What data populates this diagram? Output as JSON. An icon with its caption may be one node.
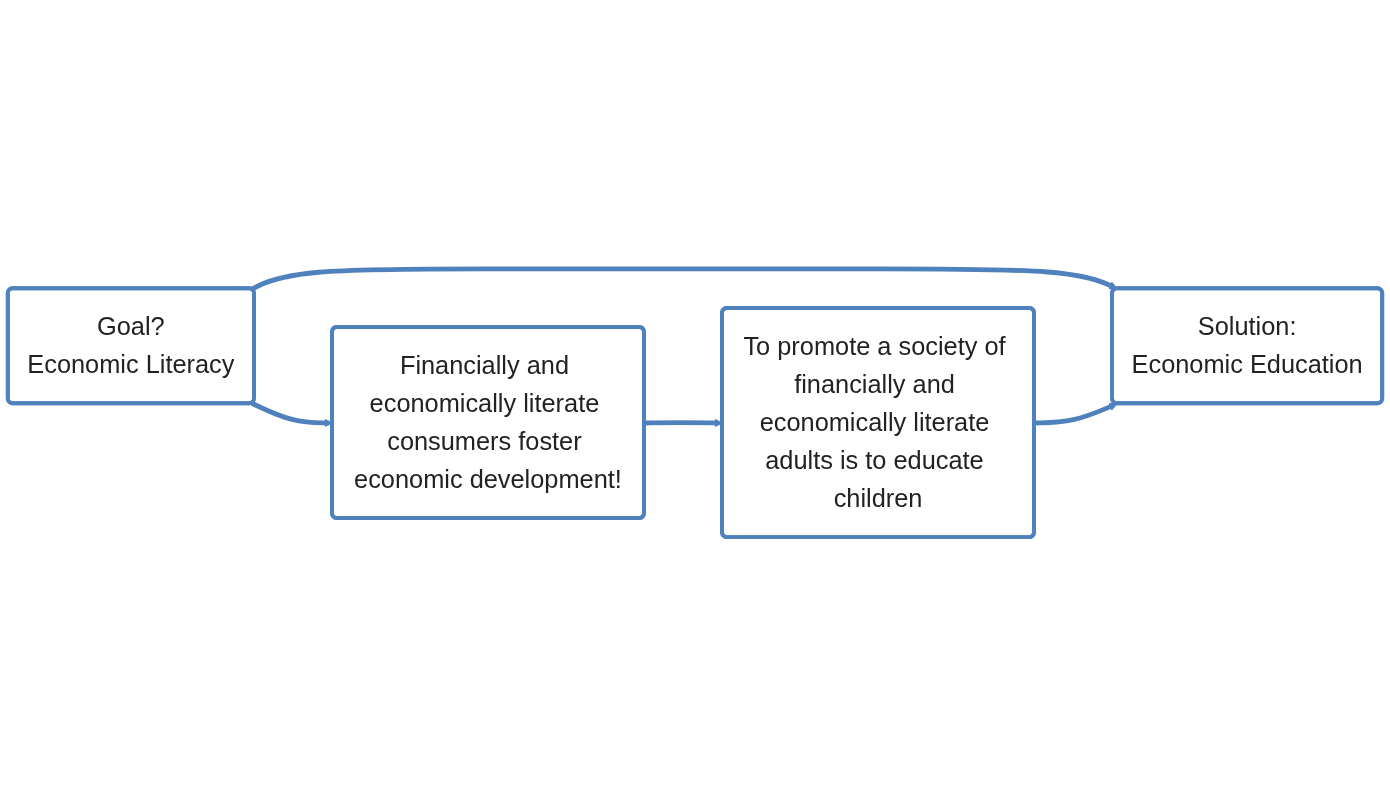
{
  "diagram": {
    "nodes": [
      {
        "text": [
          "Goal?",
          "Economic Literacy"
        ]
      },
      {
        "text": [
          "Solution:",
          "Economic Education"
        ]
      },
      {
        "text": [
          "Financially and economically literate consumers foster economic development!"
        ]
      },
      {
        "text": [
          "To promote a society of financially and economically literate adults is to educate children"
        ]
      }
    ],
    "edges": [
      {
        "from": 0,
        "to": 1,
        "arrow": "to"
      },
      {
        "from": 0,
        "to": 2,
        "arrow": "to"
      },
      {
        "from": 2,
        "to": 3,
        "arrow": "to"
      },
      {
        "from": 3,
        "to": 1,
        "arrow": "to"
      }
    ]
  }
}
